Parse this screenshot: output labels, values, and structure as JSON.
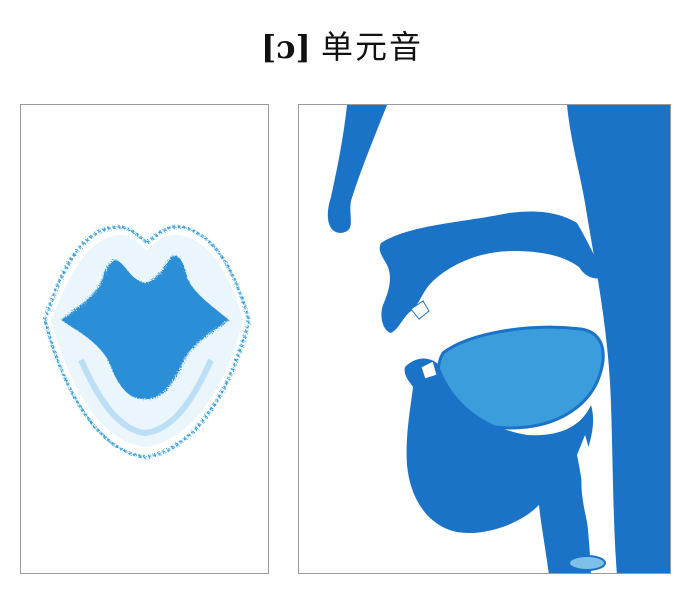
{
  "title": {
    "ipa": "[ɔ]",
    "label": "单元音"
  },
  "colors": {
    "blue": "#1b73c8",
    "light_blue": "#3aa0de",
    "border": "#9a9a9a",
    "background": "#ffffff"
  },
  "figures": [
    {
      "id": "lips",
      "icon": "lips-front-view"
    },
    {
      "id": "mouth",
      "icon": "vocal-tract-sagittal-section"
    }
  ]
}
